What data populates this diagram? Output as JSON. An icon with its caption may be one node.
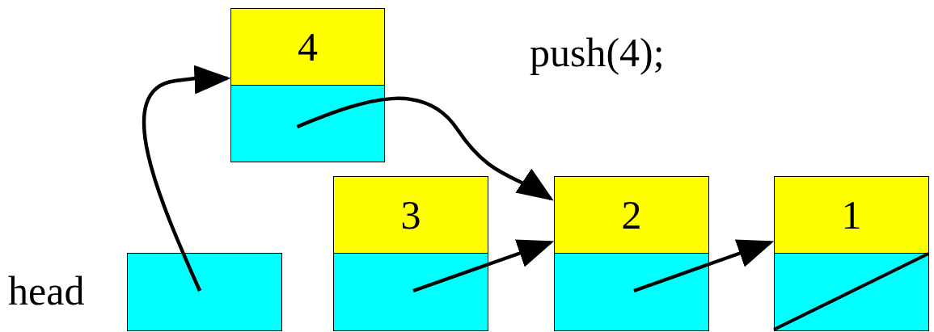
{
  "diagram": {
    "nodes": [
      {
        "text": [
          "4"
        ]
      },
      {
        "text": [],
        "shape": "box"
      },
      {
        "text": [
          "3"
        ]
      },
      {
        "text": [],
        "shape": "box"
      },
      {
        "text": [
          "2"
        ]
      },
      {
        "text": [],
        "shape": "box"
      },
      {
        "text": [
          "1"
        ]
      },
      {
        "text": [],
        "shape": "box"
      },
      {
        "text": [],
        "shape": "box",
        "beside": [
          "head"
        ]
      }
    ],
    "edges": [
      {
        "from": 8,
        "to": 0,
        "arrow": "to"
      },
      {
        "from": 1,
        "to": 4,
        "arrow": "to"
      },
      {
        "from": 3,
        "to": 4,
        "arrow": "to"
      },
      {
        "from": 5,
        "to": 6,
        "arrow": "to"
      }
    ],
    "labels": [
      "push(4);"
    ]
  }
}
